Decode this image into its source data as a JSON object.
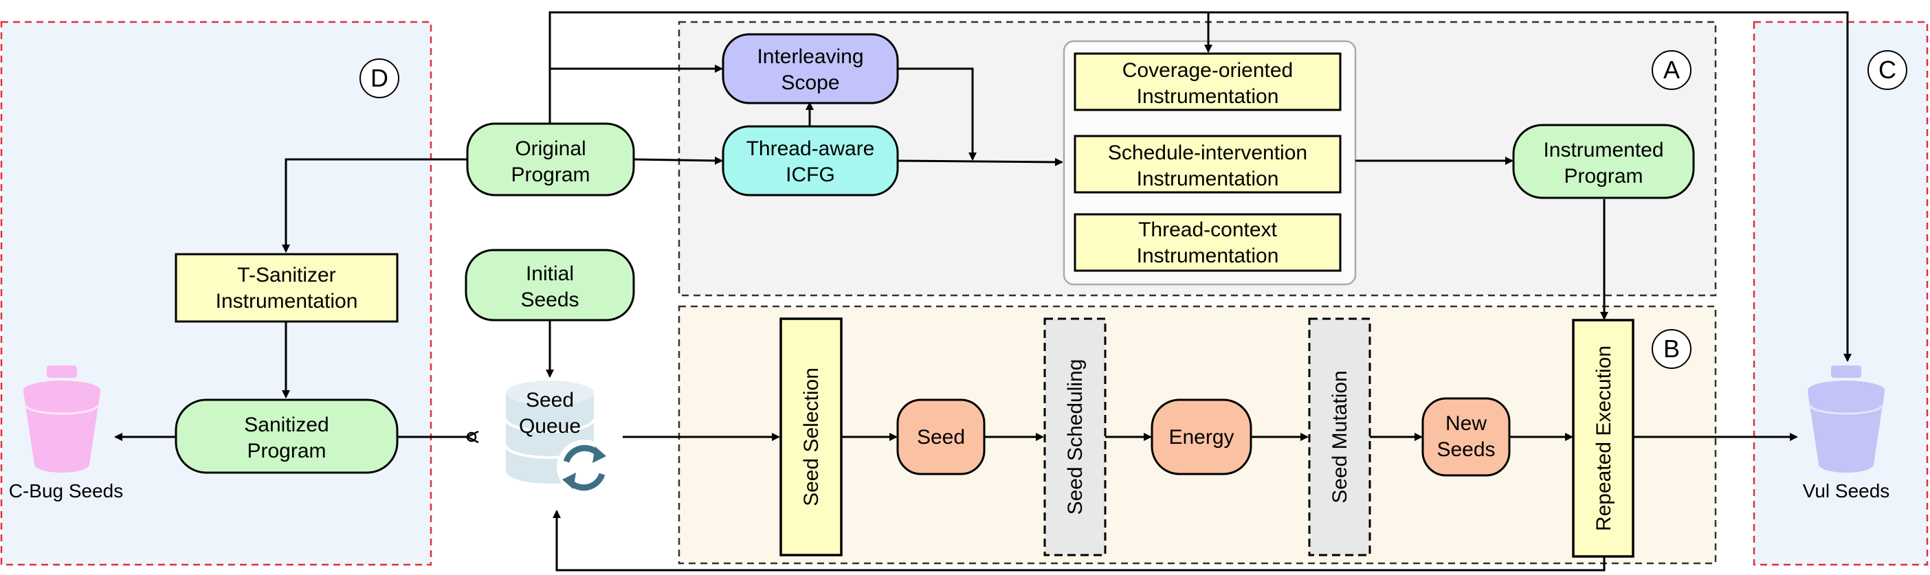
{
  "nodes": {
    "original_program": [
      "Original",
      "Program"
    ],
    "initial_seeds": [
      "Initial",
      "Seeds"
    ],
    "seed_queue": [
      "Seed",
      "Queue"
    ],
    "t_sanitizer": [
      "T-Sanitizer",
      "Instrumentation"
    ],
    "sanitized_program": [
      "Sanitized",
      "Program"
    ],
    "interleaving_scope": [
      "Interleaving",
      "Scope"
    ],
    "thread_aware_icfg": [
      "Thread-aware",
      "ICFG"
    ],
    "coverage_instr": [
      "Coverage-oriented",
      "Instrumentation"
    ],
    "schedule_instr": [
      "Schedule-intervention",
      "Instrumentation"
    ],
    "thread_context_instr": [
      "Thread-context",
      "Instrumentation"
    ],
    "instrumented_program": [
      "Instrumented",
      "Program"
    ],
    "seed_selection": "Seed Selection",
    "seed": "Seed",
    "seed_scheduling": "Seed Scheduling",
    "energy": "Energy",
    "seed_mutation": "Seed Mutation",
    "new_seeds": [
      "New",
      "Seeds"
    ],
    "repeated_execution": "Repeated Execution"
  },
  "outputs": {
    "c_bug_seeds": "C-Bug Seeds",
    "vul_seeds": "Vul Seeds"
  },
  "regions": {
    "A": "A",
    "B": "B",
    "C": "C",
    "D": "D"
  },
  "colors": {
    "green": "#ccf7c7",
    "yellow": "#fdfdc4",
    "purple": "#c3c3fb",
    "cyan": "#a5f7ef",
    "salmon": "#fbc1a3",
    "gray": "#e8e8e8",
    "pink": "#f8b8f0",
    "lavender": "#c3c3f8",
    "panel_blue": "#eef4fb",
    "panel_gray": "#f3f3f3",
    "panel_beige": "#fcf7ea",
    "dash_red": "#e0303a"
  }
}
